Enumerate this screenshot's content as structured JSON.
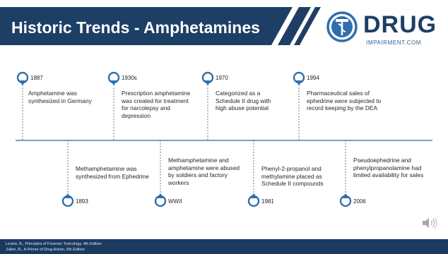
{
  "slide": {
    "title": "Historic Trends - Amphetamines",
    "logo": {
      "name": "DRUG",
      "subtitle": "IMPAIRMENT.COM",
      "icon": "caduceus-icon"
    },
    "colors": {
      "primary": "#1d3f66",
      "timeline_line": "#5b7da4",
      "node": "#2f6fad",
      "footer": "#1b3a5f"
    }
  },
  "timeline": {
    "events": [
      {
        "year": "1887",
        "description": "Amphetamine was synthesized in Germany",
        "position": "above"
      },
      {
        "year": "1893",
        "description": "Methamphetamine was synthesized from Ephedrine",
        "position": "below"
      },
      {
        "year": "1930s",
        "description": "Prescription amphetamine was created for treatment for narcolepsy and depression",
        "position": "above"
      },
      {
        "year": "WWII",
        "description": "Methamphetamine and amphetamine were abused by soldiers and factory workers",
        "position": "below"
      },
      {
        "year": "1970",
        "description": "Categorized as a Schedule II drug with high abuse potential",
        "position": "above"
      },
      {
        "year": "1981",
        "description": "Phenyl-2-propanol and methylamine placed as Schedule II compounds",
        "position": "below"
      },
      {
        "year": "1994",
        "description": "Pharmaceutical sales of ephedrine were subjected to record keeping by the DEA",
        "position": "above"
      },
      {
        "year": "2006",
        "description": "Pseudoephedrine and phenylpropanolamine had limited availability for sales",
        "position": "below"
      }
    ]
  },
  "footer": {
    "citations": [
      "Levine, B., Principles of Forensic Toxicology, 4th Edition",
      "Julien, R., A Primer of Drug Action, 5th Edition"
    ],
    "audio_icon": "speaker-icon"
  }
}
